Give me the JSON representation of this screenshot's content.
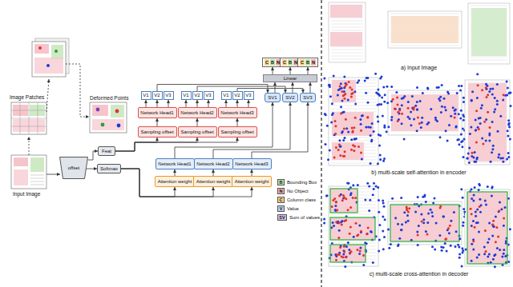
{
  "diagram": {
    "nodes": [
      {
        "text": [
          "offset"
        ]
      },
      {
        "text": [
          "Feat"
        ]
      },
      {
        "text": [
          "Softmax"
        ]
      },
      {
        "text": [
          "Sampling offset"
        ]
      },
      {
        "text": [
          "Sampling offset"
        ]
      },
      {
        "text": [
          "Sampling offset"
        ]
      },
      {
        "text": [
          "Network Head1"
        ]
      },
      {
        "text": [
          "Network Head2"
        ]
      },
      {
        "text": [
          "Network Head3"
        ]
      },
      {
        "text": [
          "V1"
        ]
      },
      {
        "text": [
          "V2"
        ]
      },
      {
        "text": [
          "V3"
        ]
      },
      {
        "text": [
          "V1"
        ]
      },
      {
        "text": [
          "V2"
        ]
      },
      {
        "text": [
          "V3"
        ]
      },
      {
        "text": [
          "V1"
        ]
      },
      {
        "text": [
          "V2"
        ]
      },
      {
        "text": [
          "V3"
        ]
      },
      {
        "text": [
          "Network Head1"
        ]
      },
      {
        "text": [
          "Network Head2"
        ]
      },
      {
        "text": [
          "Network Head3"
        ]
      },
      {
        "text": [
          "Attention weight"
        ]
      },
      {
        "text": [
          "Attention weight"
        ]
      },
      {
        "text": [
          "Attention weight"
        ]
      },
      {
        "text": [
          "SV1"
        ]
      },
      {
        "text": [
          "SV2"
        ]
      },
      {
        "text": [
          "SV3"
        ]
      },
      {
        "text": [
          "Linear"
        ]
      },
      {
        "text": [
          "C",
          "B",
          "N"
        ]
      },
      {
        "text": [
          "C",
          "B",
          "N"
        ]
      },
      {
        "text": [
          "C",
          "B",
          "N"
        ]
      }
    ],
    "edges": [
      {
        "from": 0,
        "to": 1,
        "arrow": "to"
      },
      {
        "from": 0,
        "to": 2,
        "arrow": "to"
      },
      {
        "from": 1,
        "to": 3,
        "arrow": "to"
      },
      {
        "from": 1,
        "to": 4,
        "arrow": "to"
      },
      {
        "from": 1,
        "to": 5,
        "arrow": "to"
      },
      {
        "from": 3,
        "to": 6,
        "arrow": "to"
      },
      {
        "from": 4,
        "to": 7,
        "arrow": "to"
      },
      {
        "from": 5,
        "to": 8,
        "arrow": "to"
      },
      {
        "from": 6,
        "to": 9,
        "arrow": "to"
      },
      {
        "from": 6,
        "to": 10,
        "arrow": "to"
      },
      {
        "from": 6,
        "to": 11,
        "arrow": "to"
      },
      {
        "from": 7,
        "to": 12,
        "arrow": "to"
      },
      {
        "from": 7,
        "to": 13,
        "arrow": "to"
      },
      {
        "from": 7,
        "to": 14,
        "arrow": "to"
      },
      {
        "from": 8,
        "to": 15,
        "arrow": "to"
      },
      {
        "from": 8,
        "to": 16,
        "arrow": "to"
      },
      {
        "from": 8,
        "to": 17,
        "arrow": "to"
      },
      {
        "from": 10,
        "to": 24,
        "arrow": "to"
      },
      {
        "from": 13,
        "to": 25,
        "arrow": "to"
      },
      {
        "from": 16,
        "to": 26,
        "arrow": "to"
      },
      {
        "from": 2,
        "to": 21,
        "arrow": "to"
      },
      {
        "from": 2,
        "to": 22,
        "arrow": "to"
      },
      {
        "from": 2,
        "to": 23,
        "arrow": "to"
      },
      {
        "from": 21,
        "to": 18,
        "arrow": "to"
      },
      {
        "from": 22,
        "to": 19,
        "arrow": "to"
      },
      {
        "from": 23,
        "to": 20,
        "arrow": "to"
      },
      {
        "from": 18,
        "to": 24,
        "arrow": "to"
      },
      {
        "from": 19,
        "to": 25,
        "arrow": "to"
      },
      {
        "from": 20,
        "to": 26,
        "arrow": "to"
      },
      {
        "from": 24,
        "to": 27,
        "arrow": "to"
      },
      {
        "from": 25,
        "to": 27,
        "arrow": "to"
      },
      {
        "from": 26,
        "to": 27,
        "arrow": "to"
      },
      {
        "from": 27,
        "to": 28,
        "arrow": "to"
      },
      {
        "from": 27,
        "to": 29,
        "arrow": "to"
      },
      {
        "from": 27,
        "to": 30,
        "arrow": "to"
      }
    ],
    "labels": [
      "Input Image",
      "Image Patches",
      "Deformed Points",
      "B",
      "N",
      "C",
      "V",
      "SV",
      "a) Input Image",
      "b) multi-scale self-attention in encoder",
      "c) multi-scale cross-attention in decoder"
    ],
    "legend": [
      {
        "text": "Bounding Box",
        "color": "#b7e4a8"
      },
      {
        "text": "No Object",
        "color": "#f4b0ac"
      },
      {
        "text": "Column class",
        "color": "#fbd28a"
      },
      {
        "text": "Value",
        "color": "#b9d3f0"
      },
      {
        "text": "Sum of values",
        "color": "#d5c3ee"
      }
    ]
  }
}
